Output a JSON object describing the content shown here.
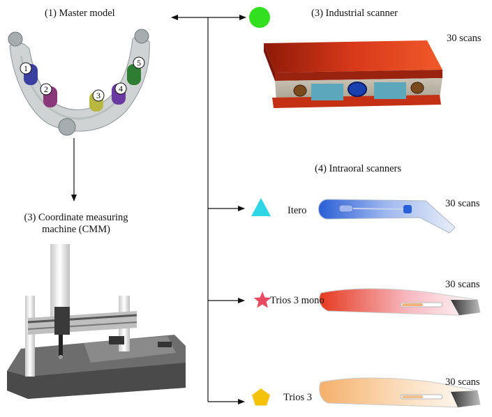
{
  "master_model": {
    "title": "(1) Master model",
    "markers": [
      "1",
      "2",
      "3",
      "4",
      "5"
    ],
    "marker_colors": [
      "#3b3fa0",
      "#8a3a7a",
      "#b8b840",
      "#6a3aa0",
      "#2e7d32"
    ]
  },
  "cmm": {
    "title_line1": "(3) Coordinate measuring",
    "title_line2": "machine (CMM)"
  },
  "industrial_scanner": {
    "title": "(3) Industrial scanner",
    "scans": "30 scans",
    "symbol": "circle",
    "symbol_color": "#33e01f"
  },
  "intraoral": {
    "title": "(4) Intraoral scanners",
    "scanners": [
      {
        "name": "Itero",
        "scans": "30 scans",
        "symbol": "triangle",
        "symbol_color": "#2fd6e6"
      },
      {
        "name": "Trios 3 mono",
        "scans": "30 scans",
        "symbol": "star",
        "symbol_color": "#e84a5f"
      },
      {
        "name": "Trios 3",
        "scans": "30 scans",
        "symbol": "pentagon",
        "symbol_color": "#f5c20a"
      }
    ]
  }
}
